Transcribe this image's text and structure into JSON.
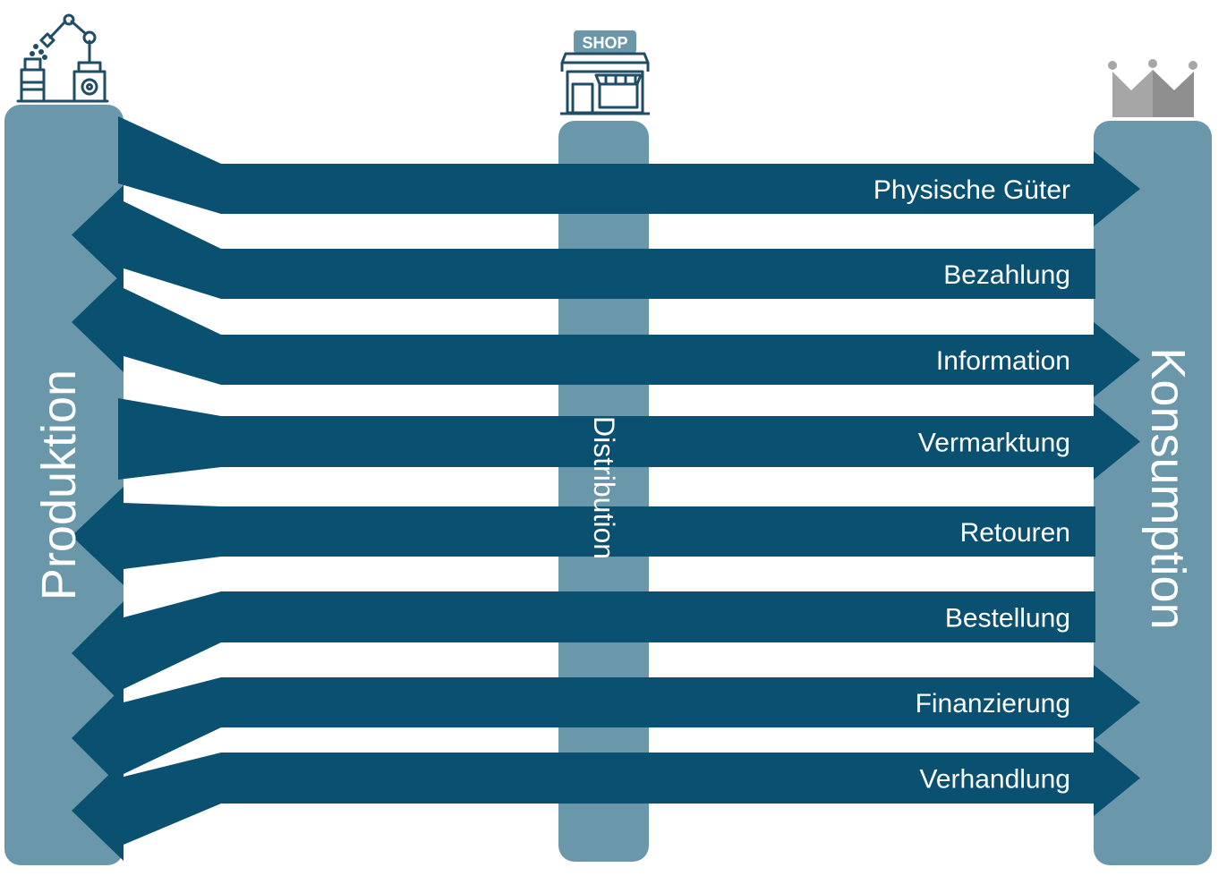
{
  "columns": {
    "produktion": "Produktion",
    "distribution": "Distribution",
    "konsumption": "Konsumption"
  },
  "icons": {
    "produktion": "robot-arm-factory-icon",
    "distribution": "shop-storefront-icon",
    "konsumption": "crown-icon",
    "shop_sign": "SHOP"
  },
  "colors": {
    "arrow": "#0a5070",
    "column": "#6a98aa",
    "icon_outline": "#1f4d66",
    "crown": "#a6a6a6"
  },
  "flows": [
    {
      "label": "Physische Güter",
      "direction": "to-consumer"
    },
    {
      "label": "Bezahlung",
      "direction": "to-producer"
    },
    {
      "label": "Information",
      "direction": "bidirectional"
    },
    {
      "label": "Vermarktung",
      "direction": "to-consumer"
    },
    {
      "label": "Retouren",
      "direction": "to-producer"
    },
    {
      "label": "Bestellung",
      "direction": "to-producer"
    },
    {
      "label": "Finanzierung",
      "direction": "bidirectional"
    },
    {
      "label": "Verhandlung",
      "direction": "bidirectional"
    }
  ]
}
